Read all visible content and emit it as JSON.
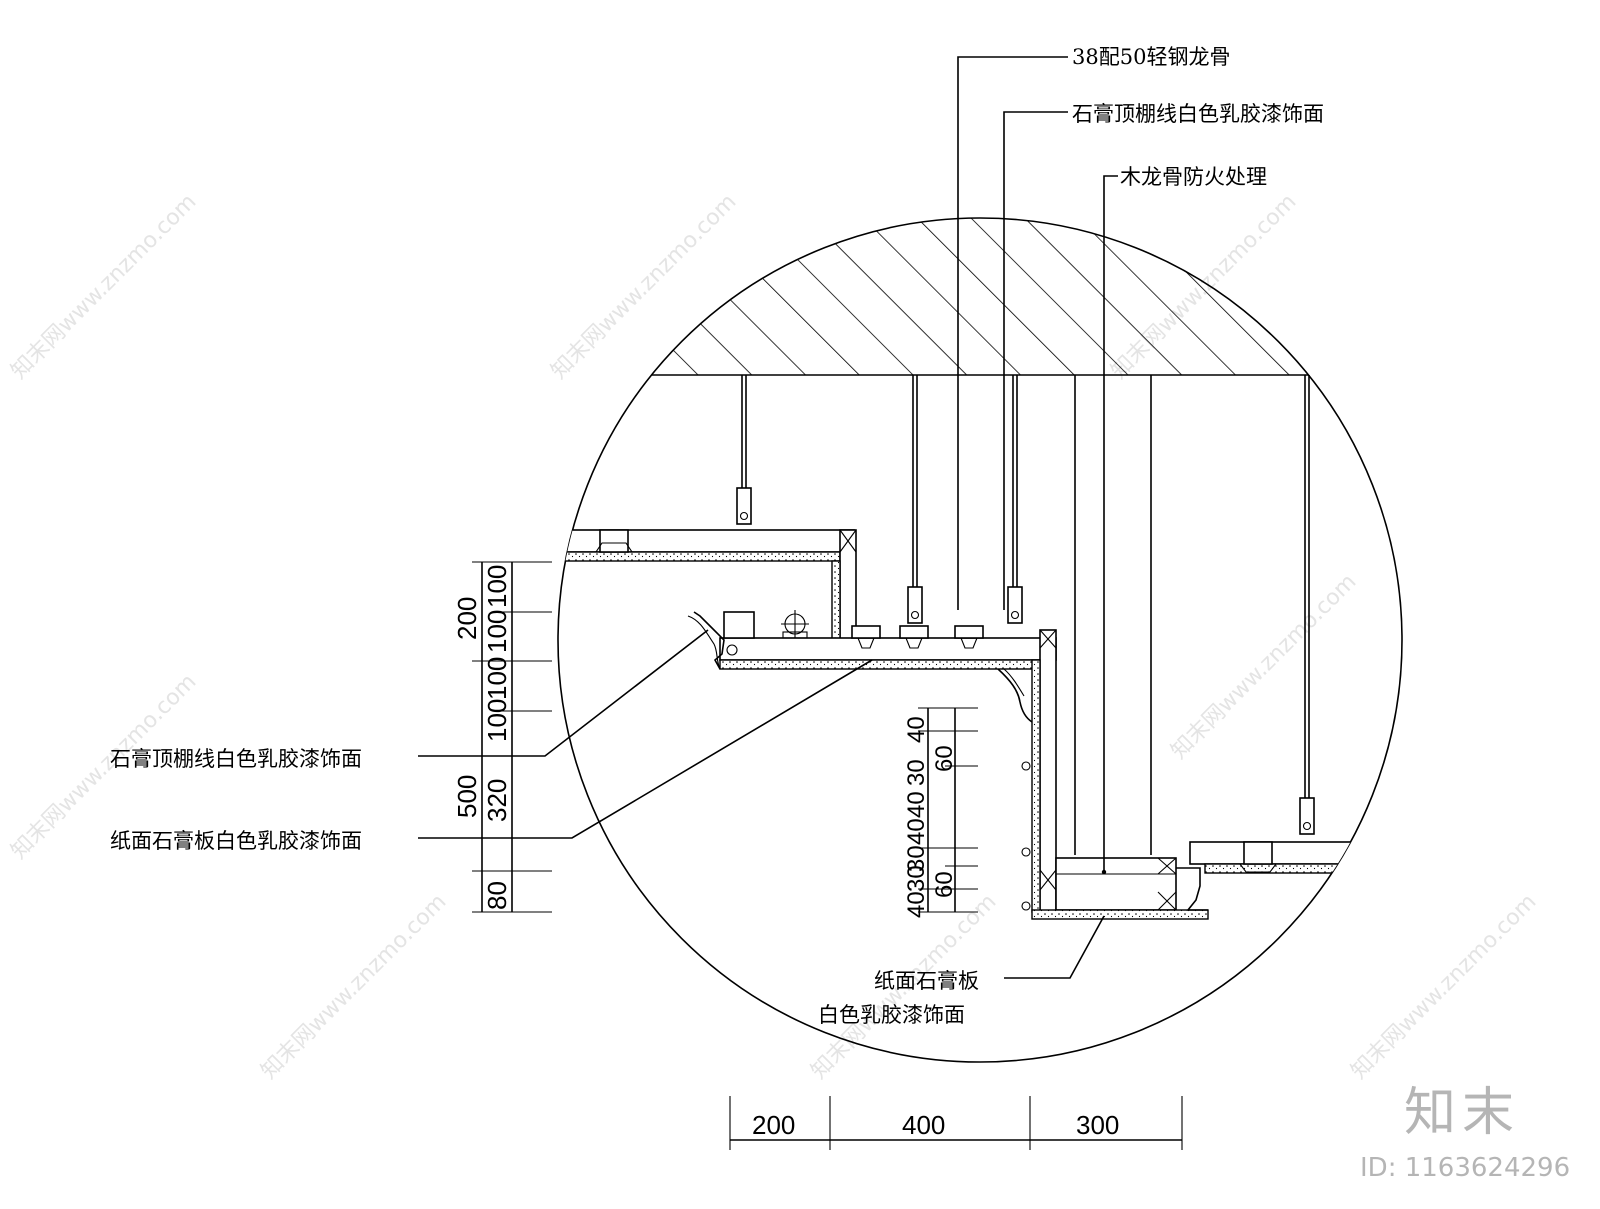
{
  "top_callouts": {
    "light_steel_keel": "38配50轻钢龙骨",
    "gypsum_cornice_top": "石膏顶棚线白色乳胶漆饰面",
    "wood_keel_fireproof": "木龙骨防火处理"
  },
  "left_callouts": {
    "gypsum_cornice_left": "石膏顶棚线白色乳胶漆饰面",
    "paper_gypsum_board_left": "纸面石膏板白色乳胶漆饰面"
  },
  "bottom_callout": {
    "line1": "纸面石膏板",
    "line2": "白色乳胶漆饰面"
  },
  "left_dimensions": {
    "outer": [
      "200",
      "500",
      "80"
    ],
    "inner": [
      "100",
      "100",
      "100",
      "100",
      "320"
    ]
  },
  "center_dimensions": {
    "outer": [
      "40",
      "30",
      "40",
      "30",
      "40"
    ],
    "inner": [
      "40",
      "60",
      "30",
      "60"
    ]
  },
  "bottom_dimensions": [
    "200",
    "400",
    "300"
  ],
  "watermark": {
    "logo_text": "知末",
    "id_text": "ID: 1163624296",
    "tile_text": "知末网www.znzmo.com"
  }
}
